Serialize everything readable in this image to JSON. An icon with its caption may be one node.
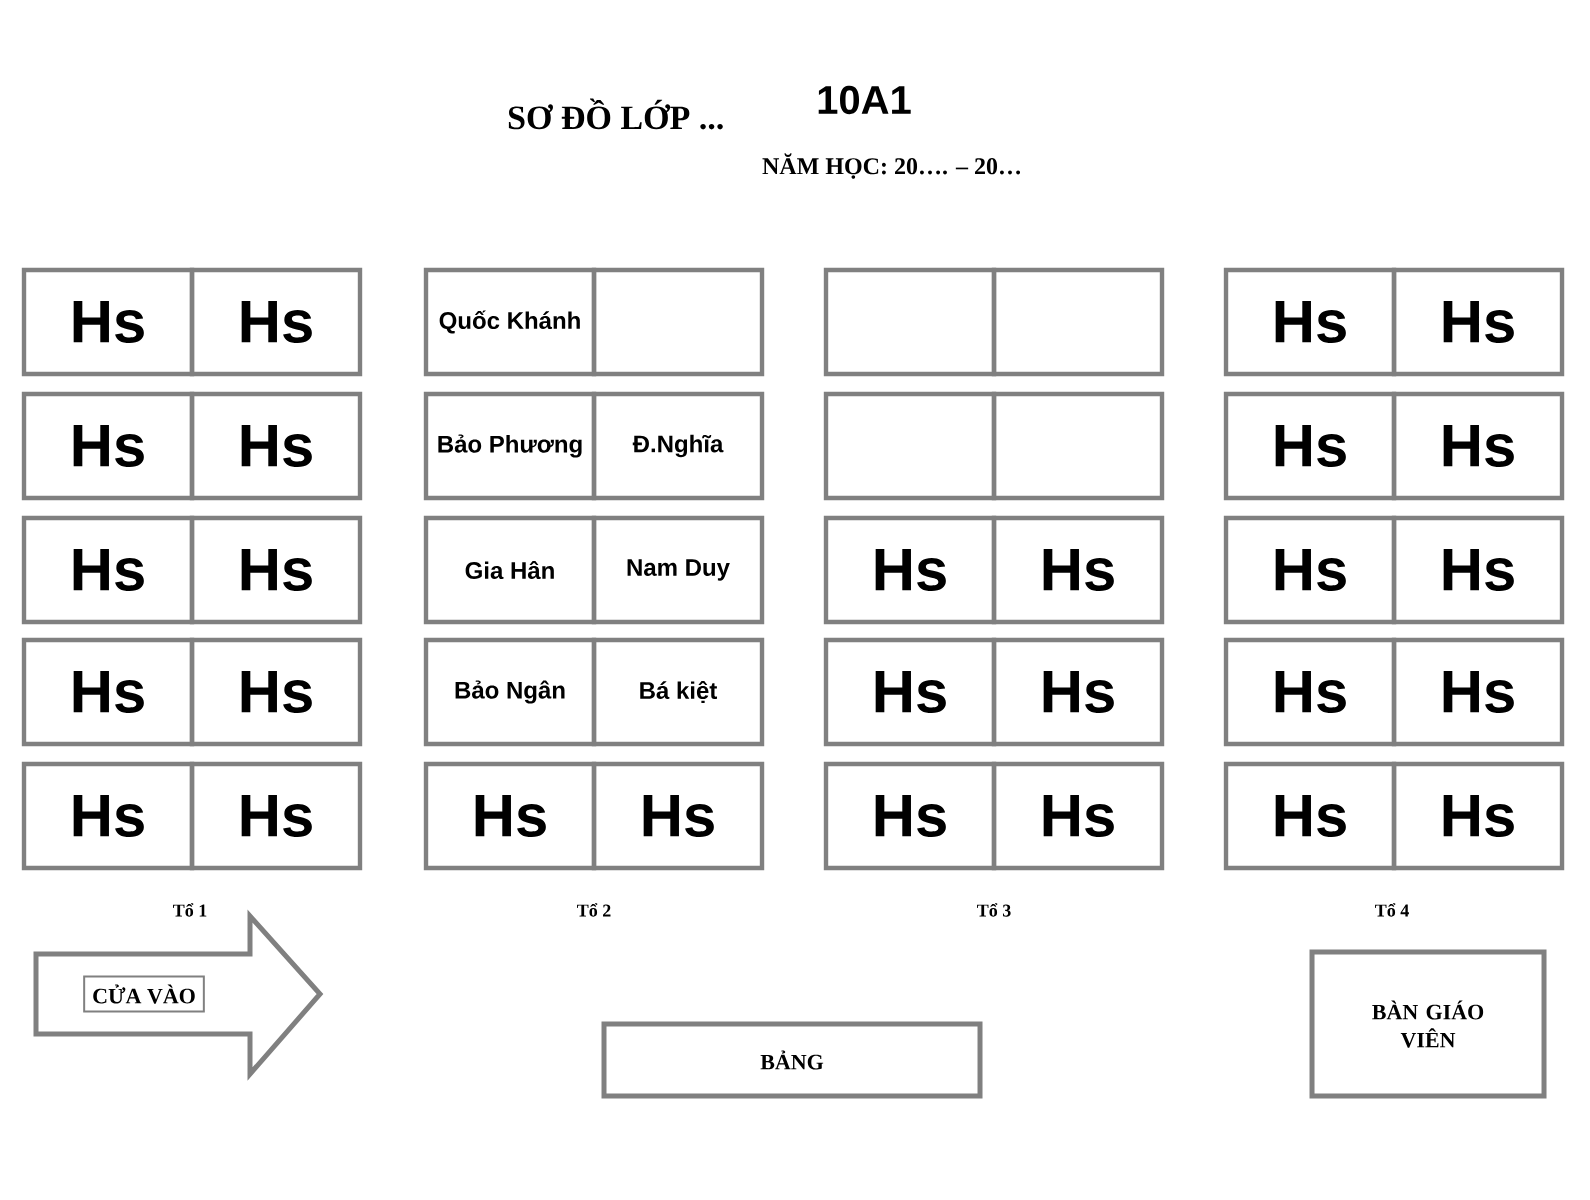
{
  "diagram": {
    "title": "SƠ ĐỒ LỚP ...",
    "nodes": [
      {
        "text": [
          "Hs"
        ]
      },
      {
        "text": [
          "Hs"
        ]
      },
      {
        "text": [
          "Quốc Khánh"
        ]
      },
      {
        "text": [],
        "shape": "box"
      },
      {
        "text": [],
        "shape": "box"
      },
      {
        "text": [],
        "shape": "box"
      },
      {
        "text": [
          "Hs"
        ]
      },
      {
        "text": [
          "Hs"
        ]
      },
      {
        "text": [
          "Hs"
        ]
      },
      {
        "text": [
          "Hs"
        ]
      },
      {
        "text": [
          "Bảo Phương"
        ]
      },
      {
        "text": [
          "Đ.Nghĩa"
        ]
      },
      {
        "text": [],
        "shape": "box"
      },
      {
        "text": [],
        "shape": "box"
      },
      {
        "text": [
          "Hs"
        ]
      },
      {
        "text": [
          "Hs"
        ]
      },
      {
        "text": [
          "Hs"
        ]
      },
      {
        "text": [
          "Hs"
        ]
      },
      {
        "text": [
          "Gia Hân"
        ]
      },
      {
        "text": [
          "Nam Duy"
        ]
      },
      {
        "text": [
          "Hs"
        ]
      },
      {
        "text": [
          "Hs"
        ]
      },
      {
        "text": [
          "Hs"
        ]
      },
      {
        "text": [
          "Hs"
        ]
      },
      {
        "text": [
          "Hs"
        ]
      },
      {
        "text": [
          "Hs"
        ]
      },
      {
        "text": [
          "Bảo Ngân"
        ]
      },
      {
        "text": [
          "Bá kiệt"
        ]
      },
      {
        "text": [
          "Hs"
        ]
      },
      {
        "text": [
          "Hs"
        ]
      },
      {
        "text": [
          "Hs"
        ]
      },
      {
        "text": [
          "Hs"
        ]
      },
      {
        "text": [
          "Hs"
        ]
      },
      {
        "text": [
          "Hs"
        ]
      },
      {
        "text": [
          "Hs"
        ]
      },
      {
        "text": [
          "Hs"
        ]
      },
      {
        "text": [
          "Hs"
        ]
      },
      {
        "text": [
          "Hs"
        ]
      },
      {
        "text": [
          "Hs"
        ]
      },
      {
        "text": [
          "Hs"
        ]
      },
      {
        "text": [
          "CỬA VÀO"
        ]
      },
      {
        "text": [
          "BẢNG"
        ]
      },
      {
        "text": [
          "BÀN GIÁO VIÊN"
        ]
      }
    ],
    "labels": [
      "10A1",
      "NĂM HỌC: 20…. – 20…",
      "Tổ 1",
      "Tổ 2",
      "Tổ 3",
      "Tổ 4"
    ]
  }
}
